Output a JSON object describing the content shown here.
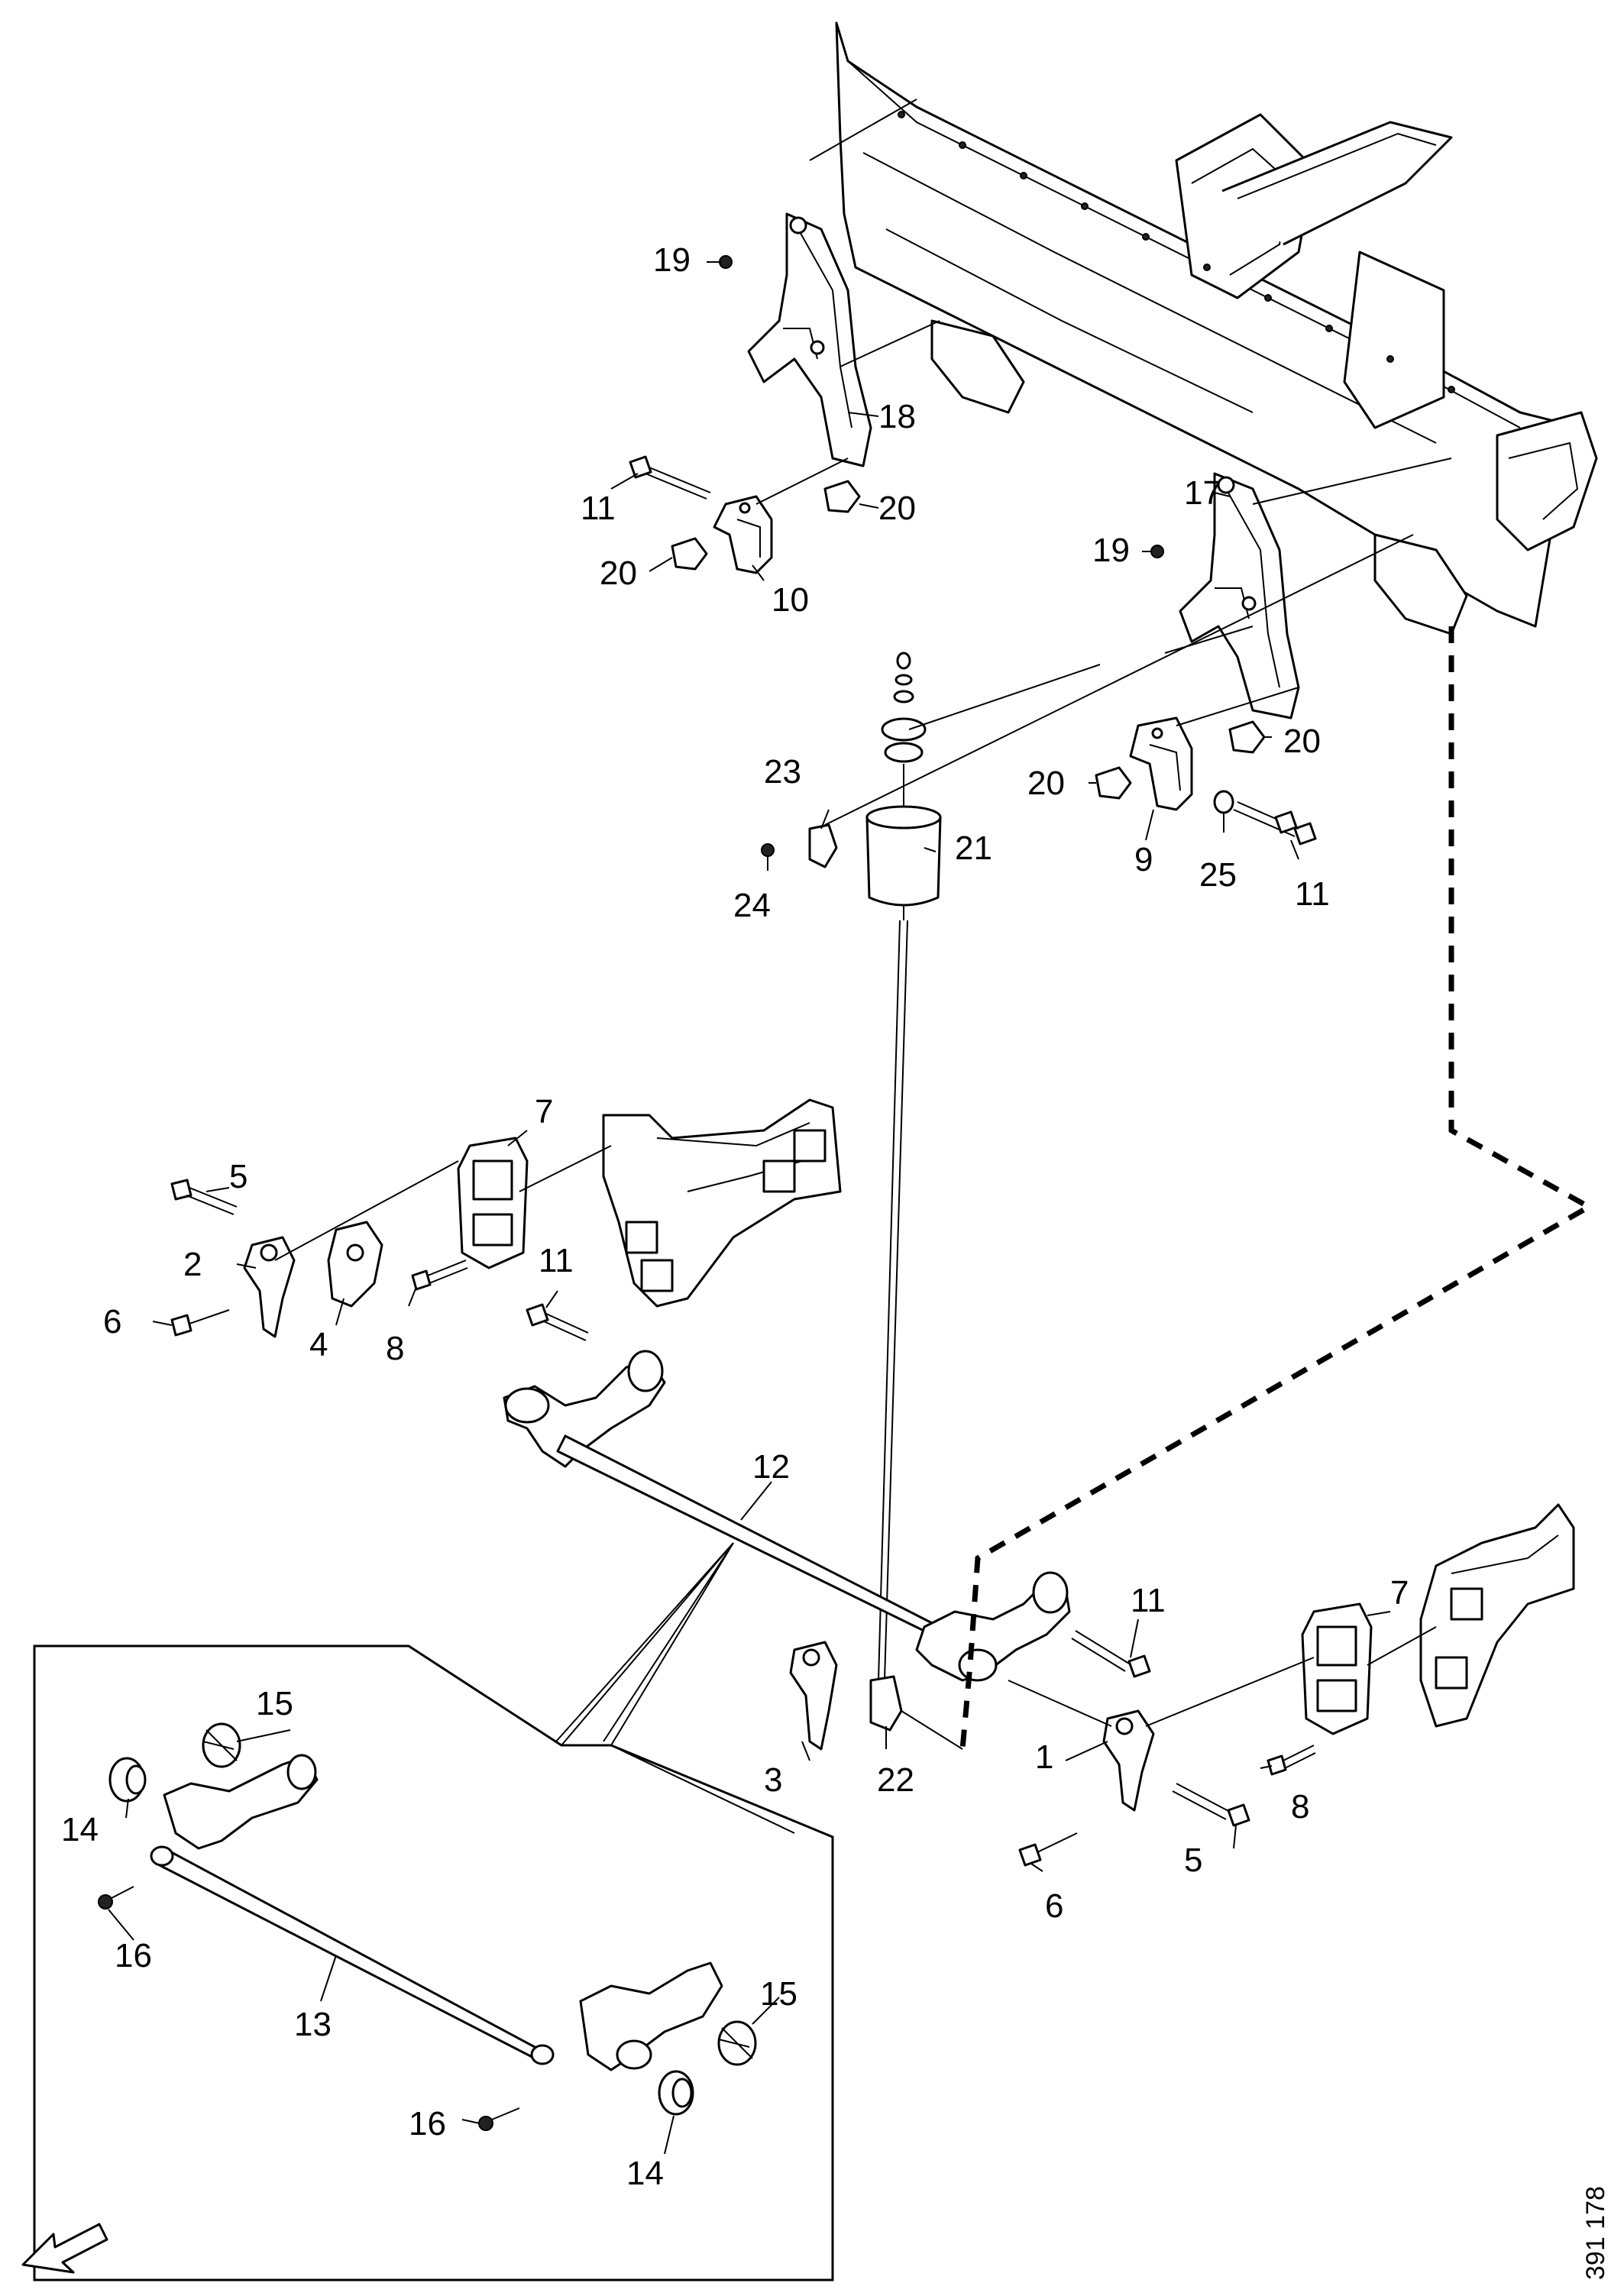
{
  "reference_number": "391 178",
  "callouts": {
    "c1": "1",
    "c2": "2",
    "c3": "3",
    "c4": "4",
    "c5a": "5",
    "c5b": "5",
    "c6a": "6",
    "c6b": "6",
    "c7a": "7",
    "c7b": "7",
    "c8a": "8",
    "c8b": "8",
    "c9": "9",
    "c10": "10",
    "c11a": "11",
    "c11b": "11",
    "c11c": "11",
    "c11d": "11",
    "c12": "12",
    "c13": "13",
    "c14a": "14",
    "c14b": "14",
    "c15a": "15",
    "c15b": "15",
    "c16a": "16",
    "c16b": "16",
    "c17": "17",
    "c18": "18",
    "c19a": "19",
    "c19b": "19",
    "c20a": "20",
    "c20b": "20",
    "c20c": "20",
    "c20d": "20",
    "c21": "21",
    "c22": "22",
    "c23": "23",
    "c24": "24",
    "c25": "25"
  },
  "icons": {
    "direction_arrow": "front-direction-arrow-icon"
  }
}
